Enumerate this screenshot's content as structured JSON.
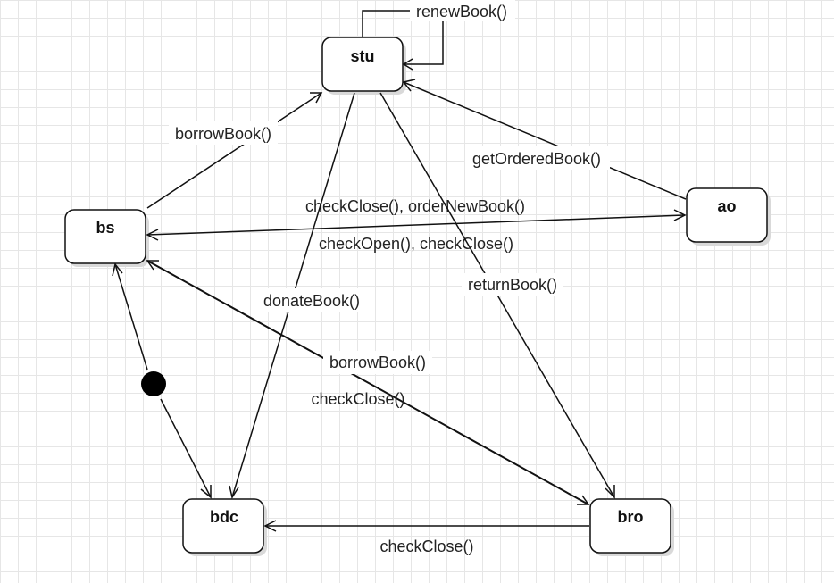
{
  "states": {
    "stu": "stu",
    "bs": "bs",
    "ao": "ao",
    "bdc": "bdc",
    "bro": "bro"
  },
  "transitions": {
    "stu_self": "renewBook()",
    "bs_to_stu": "borrowBook()",
    "ao_to_stu": "getOrderedBook()",
    "ao_bs_upper": "checkClose(), orderNewBook()",
    "ao_bs_lower": "checkOpen(), checkClose()",
    "stu_to_bdc": "donateBook()",
    "stu_to_bro": "returnBook()",
    "bro_bs_upper": "borrowBook()",
    "bro_bs_lower": "checkClose()",
    "bro_to_bdc": "checkClose()"
  },
  "colors": {
    "stroke": "#111111",
    "grid": "#e6e6e6",
    "background": "#ffffff"
  }
}
